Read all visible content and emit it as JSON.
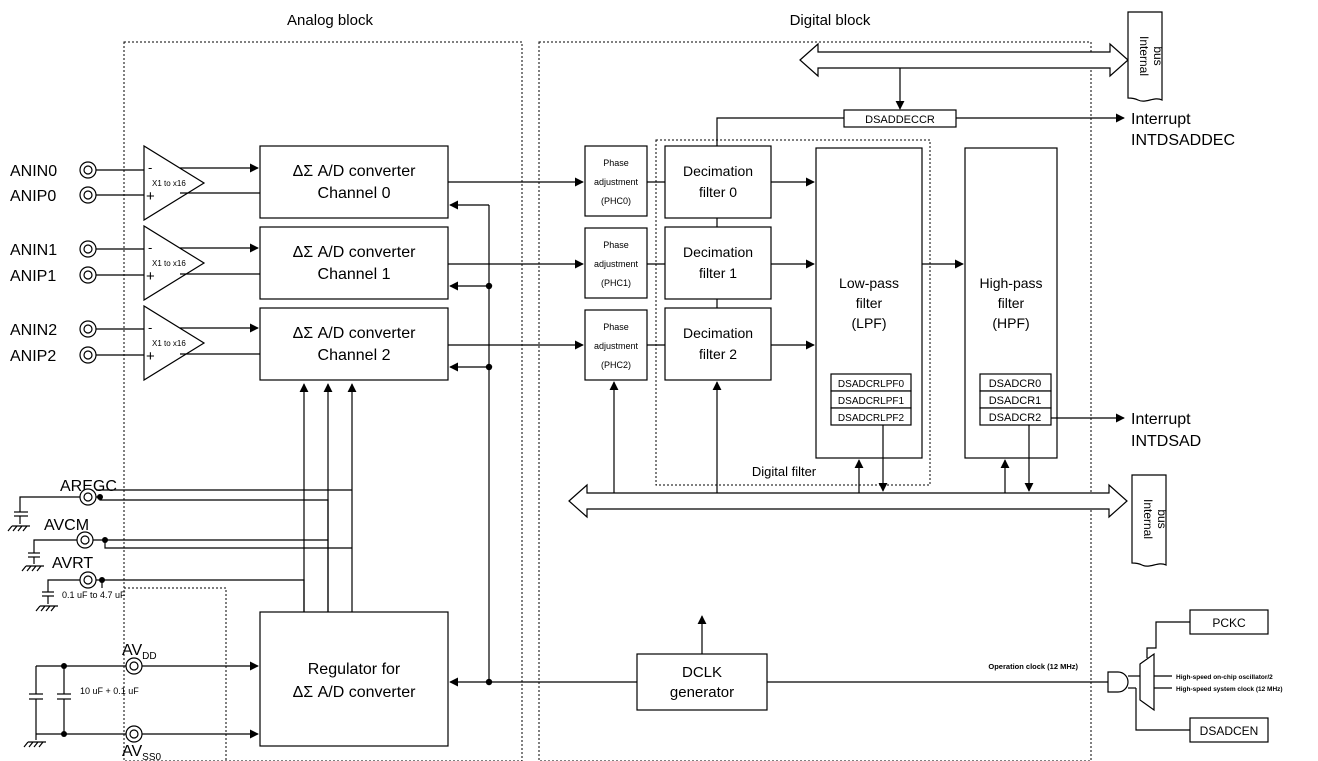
{
  "blocks": {
    "analog_title": "Analog block",
    "digital_title": "Digital block"
  },
  "pins": {
    "anin0": "ANIN0",
    "anip0": "ANIP0",
    "anin1": "ANIN1",
    "anip1": "ANIP1",
    "anin2": "ANIN2",
    "anip2": "ANIP2",
    "aregc": "AREGC",
    "avcm": "AVCM",
    "avrt": "AVRT",
    "avdd": "AV",
    "avdd_sub": "DD",
    "avss": "AV",
    "avss_sub": "SS0"
  },
  "amps": {
    "gain": "X1 to x16",
    "minus": "-",
    "plus": "+"
  },
  "converters": [
    {
      "line1": "ΔΣ A/D converter",
      "line2": "Channel 0"
    },
    {
      "line1": "ΔΣ A/D converter",
      "line2": "Channel 1"
    },
    {
      "line1": "ΔΣ A/D converter",
      "line2": "Channel 2"
    }
  ],
  "phase": [
    {
      "l1": "Phase",
      "l2": "adjustment",
      "l3": "(PHC0)"
    },
    {
      "l1": "Phase",
      "l2": "adjustment",
      "l3": "(PHC1)"
    },
    {
      "l1": "Phase",
      "l2": "adjustment",
      "l3": "(PHC2)"
    }
  ],
  "decimation": [
    {
      "l1": "Decimation",
      "l2": "filter 0"
    },
    {
      "l1": "Decimation",
      "l2": "filter 1"
    },
    {
      "l1": "Decimation",
      "l2": "filter 2"
    }
  ],
  "lpf": {
    "l1": "Low-pass",
    "l2": "filter",
    "l3": "(LPF)",
    "regs": [
      "DSADCRLPF0",
      "DSADCRLPF1",
      "DSADCRLPF2"
    ]
  },
  "hpf": {
    "l1": "High-pass",
    "l2": "filter",
    "l3": "(HPF)",
    "regs": [
      "DSADCR0",
      "DSADCR1",
      "DSADCR2"
    ]
  },
  "digital_filter": "Digital filter",
  "dsaddeccr": "DSADDECCR",
  "internal_bus": {
    "l1": "Internal",
    "l2": "bus"
  },
  "interrupts": {
    "dec_l1": "Interrupt",
    "dec_l2": "INTDSADDEC",
    "ad_l1": "Interrupt",
    "ad_l2": "INTDSAD"
  },
  "capacitors": {
    "avrt_cap": "0.1 uF to 4.7 uF",
    "avdd_cap": "10 uF + 0.1 uF"
  },
  "regulator": {
    "l1": "Regulator for",
    "l2": "ΔΣ A/D converter"
  },
  "dclk": {
    "l1": "DCLK",
    "l2": "generator"
  },
  "clock": {
    "operation": "Operation clock (12 MHz)",
    "onchip": "High-speed on-chip oscillator/2",
    "system": "High-speed system clock (12 MHz)",
    "pckc": "PCKC",
    "dsadcen": "DSADCEN"
  }
}
